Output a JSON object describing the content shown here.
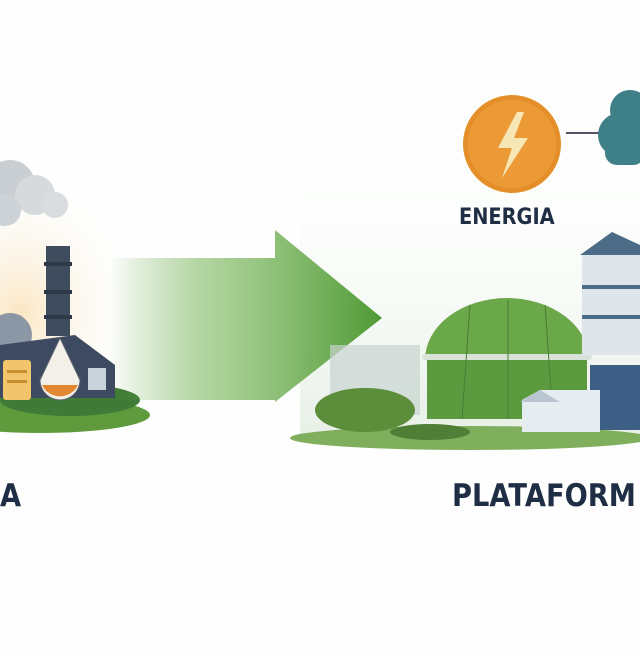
{
  "labels": {
    "energy": "ENERGIA",
    "platform": "PLATAFORM",
    "left_partial": "A"
  },
  "icons": {
    "energy": "lightning-bolt-icon",
    "cloud": "cloud-icon"
  },
  "colors": {
    "arrow_green": "#5da23f",
    "energy_orange": "#e58f2b",
    "cloud_teal": "#3e7f88",
    "text_navy": "#1f2d45",
    "dome_green": "#6aa84a"
  }
}
